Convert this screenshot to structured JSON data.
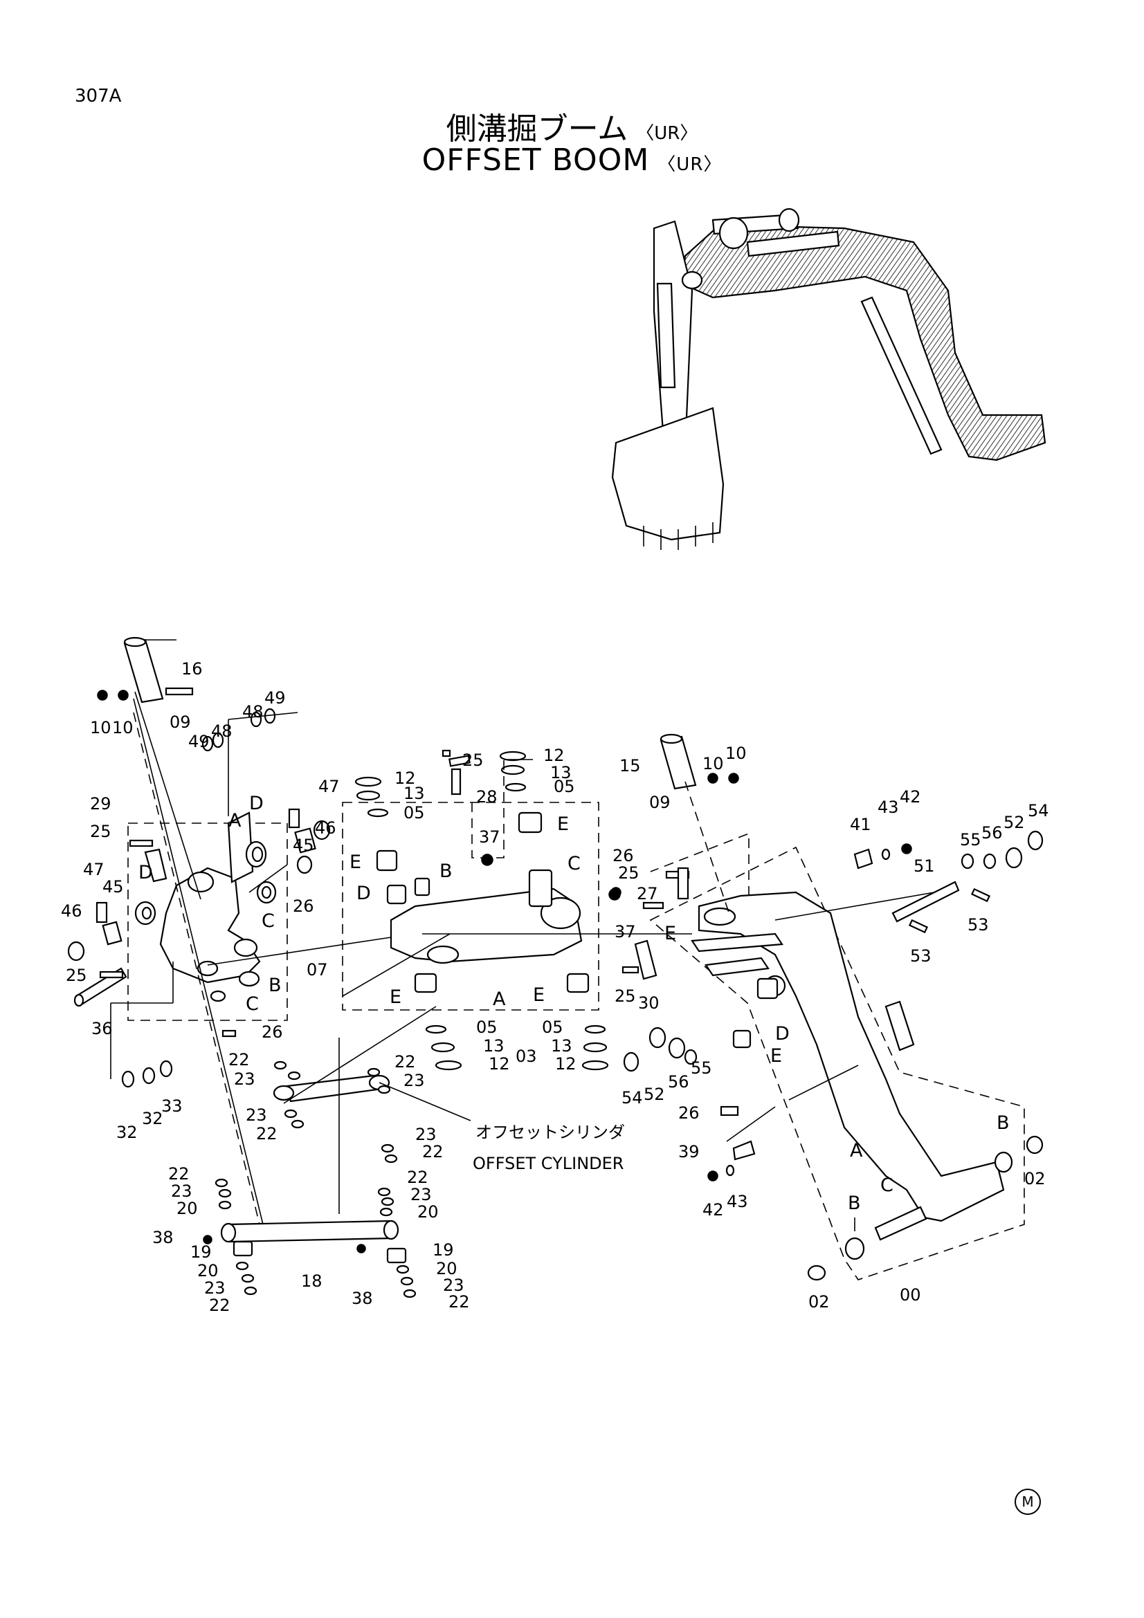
{
  "page_code": "307A",
  "title_jp": "側溝掘ブーム",
  "title_en": "OFFSET BOOM",
  "variant": "〈UR〉",
  "cylinder_label_jp": "オフセットシリンダ",
  "cylinder_label_en": "OFFSET CYLINDER",
  "part_numbers": [
    "16",
    "10",
    "10",
    "09",
    "48",
    "49",
    "49",
    "48",
    "29",
    "47",
    "25",
    "45",
    "46",
    "26",
    "12",
    "25",
    "12",
    "13",
    "13",
    "05",
    "28",
    "05",
    "37",
    "15",
    "10",
    "10",
    "09",
    "41",
    "43",
    "42",
    "55",
    "56",
    "52",
    "54",
    "51",
    "53",
    "53",
    "26",
    "25",
    "27",
    "37",
    "25",
    "30",
    "07",
    "36",
    "26",
    "22",
    "23",
    "23",
    "22",
    "32",
    "32",
    "33",
    "05",
    "13",
    "12",
    "03",
    "05",
    "13",
    "12",
    "54",
    "52",
    "56",
    "55",
    "26",
    "39",
    "42",
    "43",
    "02",
    "02",
    "00",
    "22",
    "23",
    "20",
    "38",
    "19",
    "20",
    "23",
    "22",
    "18",
    "38",
    "22",
    "23",
    "20",
    "19",
    "20",
    "23",
    "22",
    "22",
    "23",
    "23",
    "22",
    "47",
    "45",
    "46",
    "25"
  ],
  "section_letters": [
    "A",
    "B",
    "C",
    "D",
    "E"
  ],
  "mark": "M"
}
